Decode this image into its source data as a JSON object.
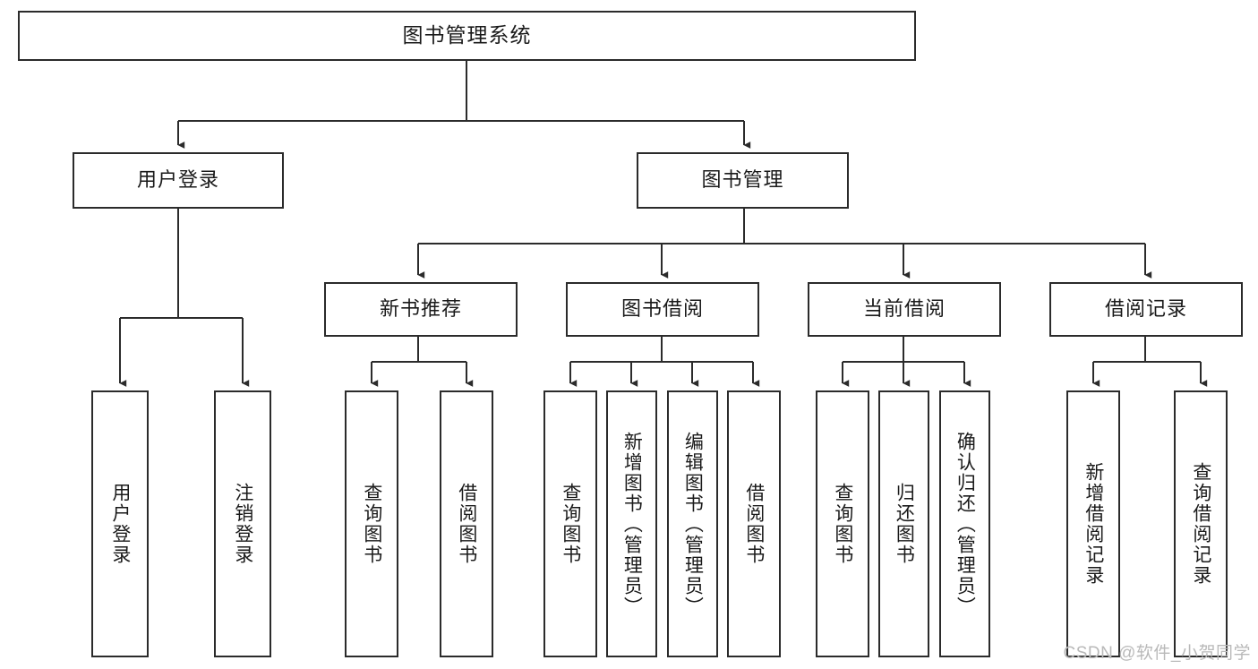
{
  "diagram": {
    "title": "图书管理系统",
    "type": "tree",
    "orientation": "top-down",
    "colors": {
      "node_border": "#2b2b2b",
      "node_fill": "#ffffff",
      "edge": "#2b2b2b",
      "text": "#1a1a1a",
      "watermark": "#b9b9b9",
      "background": "#ffffff"
    },
    "nodes": {
      "root": {
        "label": "图书管理系统"
      },
      "level2": [
        {
          "id": "user-login",
          "label": "用户登录"
        },
        {
          "id": "book-manage",
          "label": "图书管理"
        }
      ],
      "level3": [
        {
          "id": "new-book-recommend",
          "label": "新书推荐"
        },
        {
          "id": "book-borrow",
          "label": "图书借阅"
        },
        {
          "id": "current-borrow",
          "label": "当前借阅"
        },
        {
          "id": "borrow-record",
          "label": "借阅记录"
        }
      ],
      "level4": [
        {
          "id": "leaf-user-login",
          "parent": "user-login",
          "label": "用户登录"
        },
        {
          "id": "leaf-logout-login",
          "parent": "user-login",
          "label": "注销登录"
        },
        {
          "id": "leaf-query-book-1",
          "parent": "new-book-recommend",
          "label": "查询图书"
        },
        {
          "id": "leaf-borrow-book-1",
          "parent": "new-book-recommend",
          "label": "借阅图书"
        },
        {
          "id": "leaf-query-book-2",
          "parent": "book-borrow",
          "label": "查询图书"
        },
        {
          "id": "leaf-add-book",
          "parent": "book-borrow",
          "label": "新增图书（管理员）"
        },
        {
          "id": "leaf-edit-book",
          "parent": "book-borrow",
          "label": "编辑图书（管理员）"
        },
        {
          "id": "leaf-borrow-book-2",
          "parent": "book-borrow",
          "label": "借阅图书"
        },
        {
          "id": "leaf-query-book-3",
          "parent": "current-borrow",
          "label": "查询图书"
        },
        {
          "id": "leaf-return-book",
          "parent": "current-borrow",
          "label": "归还图书"
        },
        {
          "id": "leaf-confirm-return",
          "parent": "current-borrow",
          "label": "确认归还（管理员）"
        },
        {
          "id": "leaf-add-record",
          "parent": "borrow-record",
          "label": "新增借阅记录"
        },
        {
          "id": "leaf-query-record",
          "parent": "borrow-record",
          "label": "查询借阅记录"
        }
      ]
    },
    "watermark": "CSDN @软件_小贺同学"
  }
}
